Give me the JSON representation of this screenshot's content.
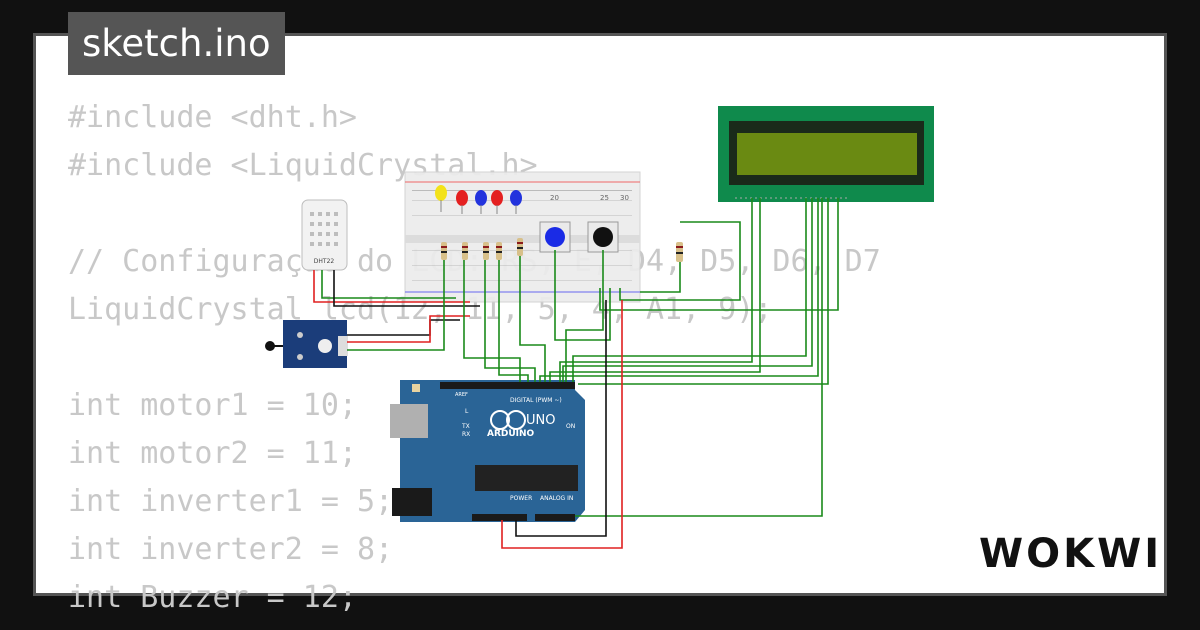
{
  "file": {
    "name": "sketch.ino"
  },
  "code_lines": [
    "#include <dht.h>",
    "#include <LiquidCrystal.h>",
    "",
    "// Configuração do LCD: RS, E, D4, D5, D6, D7",
    "LiquidCrystal lcd(12, 11, 5, 4, A1, 9);",
    "",
    "int motor1 = 10;",
    "int motor2 = 11;",
    "int inverter1 = 5;",
    "int inverter2 = 8;",
    "int Buzzer = 12;"
  ],
  "brand": {
    "name": "WOKWI"
  },
  "components": {
    "dht_label": "DHT22",
    "arduino_brand": "ARDUINO",
    "arduino_model": "UNO",
    "digital_label": "DIGITAL (PWM ~)",
    "analog_label": "ANALOG IN",
    "power_label": "POWER",
    "on_label": "ON",
    "tx_label": "TX",
    "rx_label": "RX",
    "l_label": "L",
    "aref_label": "AREF"
  },
  "colors": {
    "background": "#111111",
    "card": "#ffffff",
    "card_border": "#555555",
    "code_text": "#c8c8c8",
    "arduino_board": "#2a6496",
    "lcd_pcb": "#0f8a4c",
    "lcd_screen": "#6a8a12",
    "wire_green": "#1a8a1a",
    "wire_red": "#e02020",
    "wire_black": "#111111"
  }
}
